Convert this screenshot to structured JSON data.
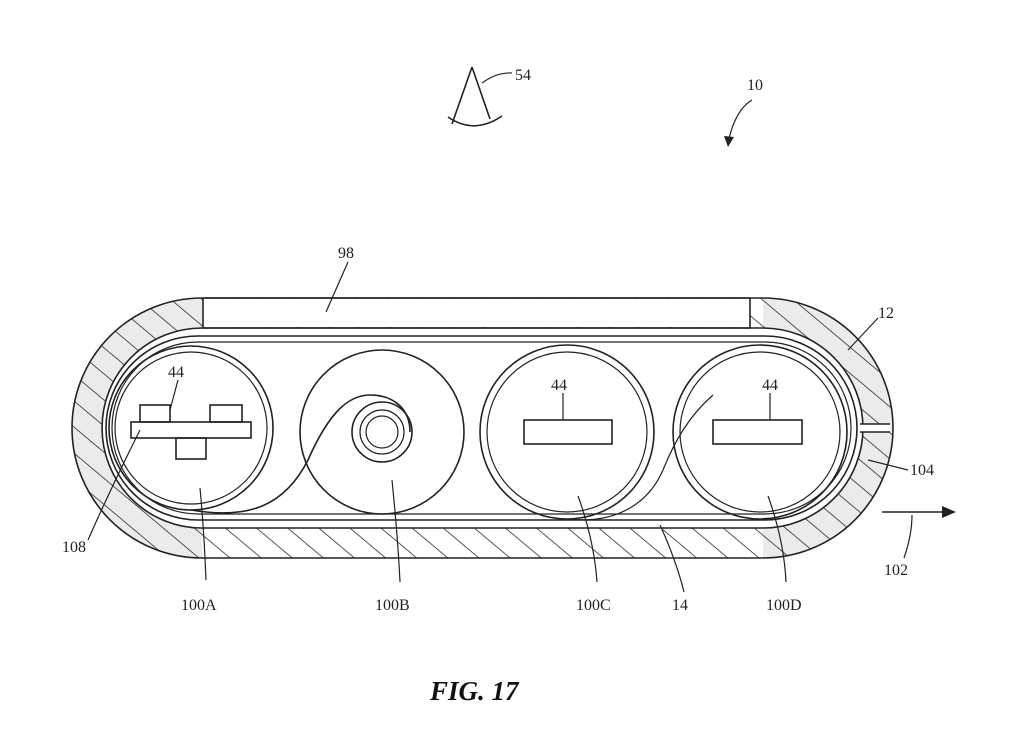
{
  "figure": {
    "caption": "FIG. 17",
    "refs": {
      "viewer": "54",
      "device": "10",
      "display": "98",
      "housing": "12",
      "flex": "14",
      "gap": "104",
      "direction": "102",
      "cell_a": "100A",
      "cell_b": "100B",
      "cell_c": "100C",
      "cell_d": "100D",
      "connector": "108",
      "comp_a": "44",
      "comp_c": "44",
      "comp_d": "44"
    }
  }
}
